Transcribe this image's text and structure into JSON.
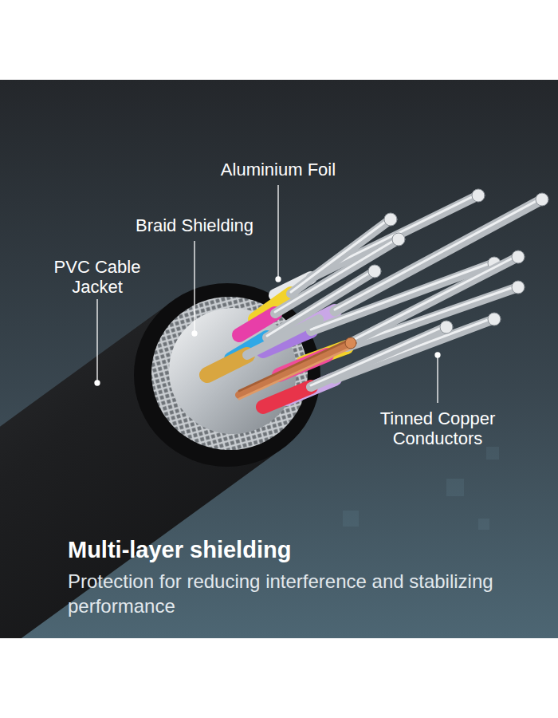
{
  "diagram": {
    "title": "Multi-layer shielding",
    "caption": "Protection for reducing interference and stabilizing performance",
    "labels": [
      "Aluminium Foil",
      "Braid Shielding",
      "PVC Cable Jacket",
      "Tinned Copper Conductors"
    ]
  }
}
